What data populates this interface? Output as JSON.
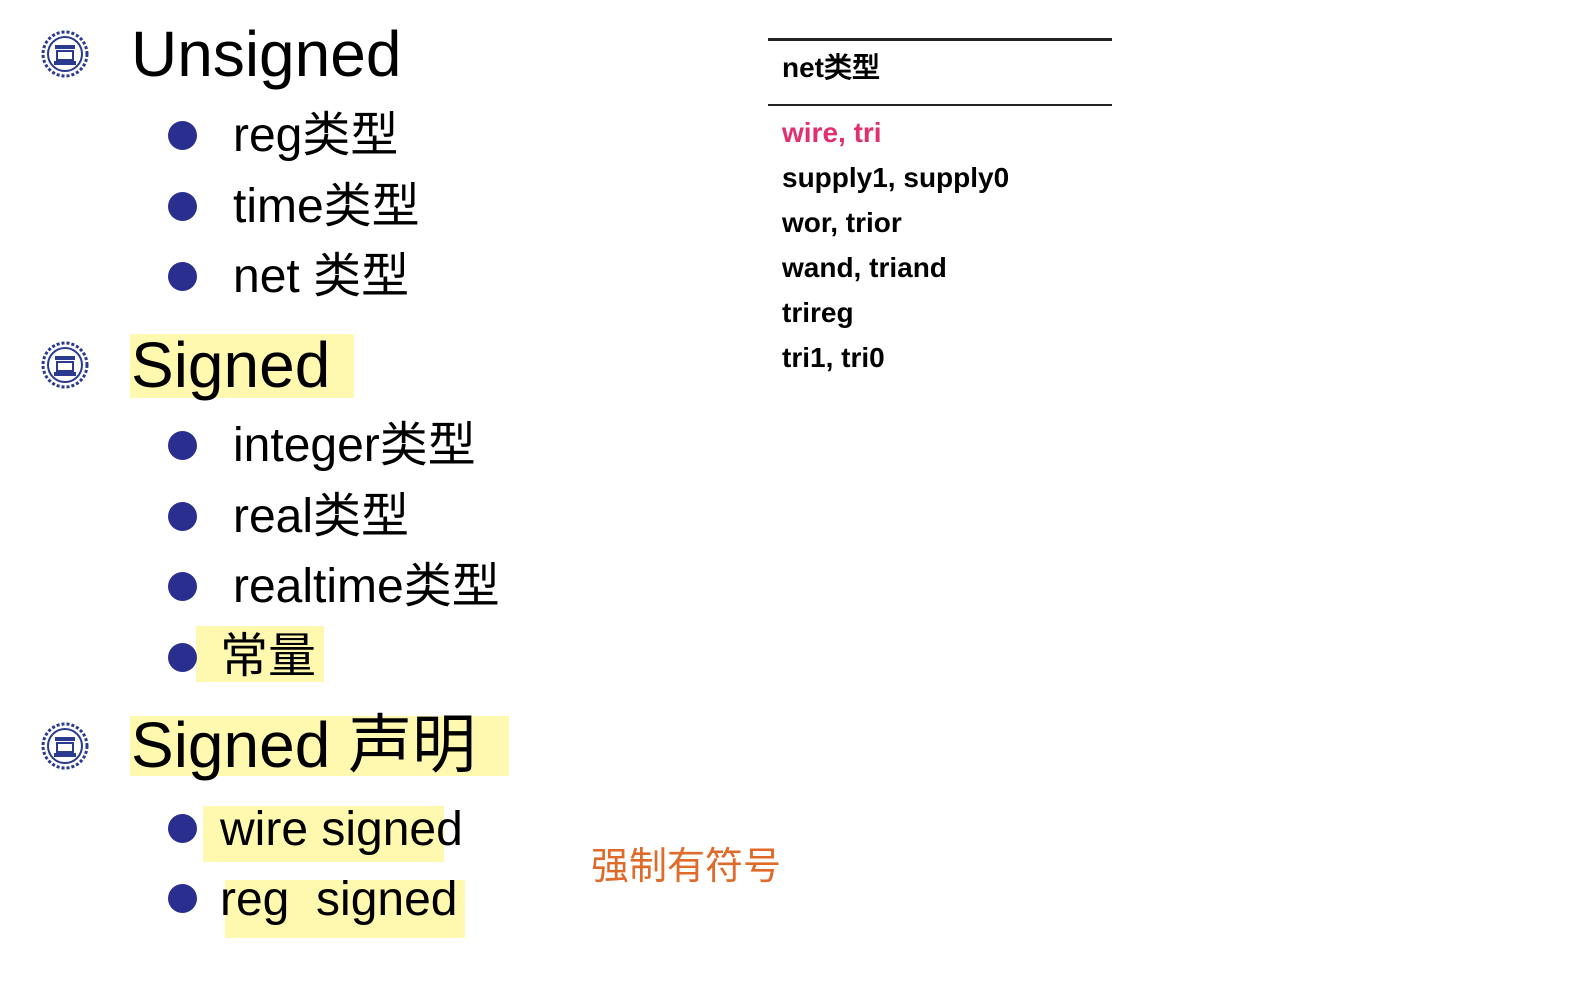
{
  "sections": [
    {
      "heading": "Unsigned",
      "items": [
        "reg类型",
        "time类型",
        "net 类型"
      ]
    },
    {
      "heading": "Signed",
      "items": [
        "integer类型",
        "real类型",
        "realtime类型",
        "常量"
      ]
    },
    {
      "heading": "Signed 声明",
      "items": [
        "wire signed",
        "reg  signed"
      ]
    }
  ],
  "net_table": {
    "header": "net类型",
    "rows": [
      "wire, tri",
      "supply1, supply0",
      "wor, trior",
      "wand, triand",
      "trireg",
      "tri1, tri0"
    ],
    "highlight_color": "#e0306e"
  },
  "annotation": {
    "text": "强制有符号",
    "color": "#e06a2a"
  },
  "colors": {
    "bullet": "#2a2f8f",
    "highlight": "#fff9b0"
  },
  "icons": {
    "section_emblem": "university-emblem-icon",
    "bullet": "bullet-dot-icon"
  }
}
